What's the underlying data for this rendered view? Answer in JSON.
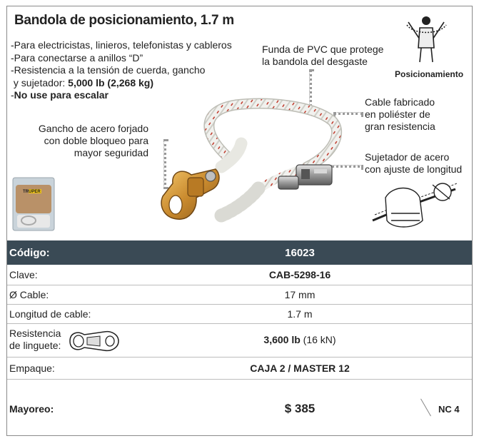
{
  "title": "Bandola de posicionamiento, 1.7 m",
  "bullets": [
    "Para electricistas, linieros, telefonistas y cableros",
    "Para conectarse a anillos “D”",
    "Resistencia a la tensión de cuerda, gancho",
    "y sujetador:",
    "5,000 lb (2,268 kg)",
    "No use para escalar"
  ],
  "callouts": {
    "funda_1": "Funda de PVC que protege",
    "funda_2": "la bandola del desgaste",
    "cable_1": "Cable fabricado",
    "cable_2": "en poliéster de",
    "cable_3": "gran resistencia",
    "gancho_1": "Gancho de acero forjado",
    "gancho_2": "con doble bloqueo para",
    "gancho_3": "mayor seguridad",
    "sujetador_1": "Sujetador de acero",
    "sujetador_2": "con ajuste de longitud"
  },
  "pictogram_label": "Posicionamiento",
  "package_brand": "TRUPER",
  "specs": {
    "codigo_label": "Código:",
    "codigo_value": "16023",
    "clave_label": "Clave:",
    "clave_value": "CAB-5298-16",
    "cable_label": "Ø Cable:",
    "cable_value": "17 mm",
    "longitud_label": "Longitud de cable:",
    "longitud_value": "1.7 m",
    "resistencia_label_1": "Resistencia",
    "resistencia_label_2": "de linguete:",
    "resistencia_value_main": "3,600 lb",
    "resistencia_value_sub": "(16 kN)",
    "empaque_label": "Empaque:",
    "empaque_value": "CAJA 2 / MASTER 12",
    "mayoreo_label": "Mayoreo:",
    "mayoreo_value": "$ 385",
    "nc": "NC 4"
  },
  "icons": {
    "pictogram": "worker-positioning-icon",
    "hand": "hand-adjuster-icon",
    "hook": "snap-hook-icon"
  },
  "colors": {
    "header_bg": "#3a4a55",
    "hook_gold": "#c98a2e",
    "rope_white": "#f1f1ee",
    "rope_red": "#c0392b"
  }
}
